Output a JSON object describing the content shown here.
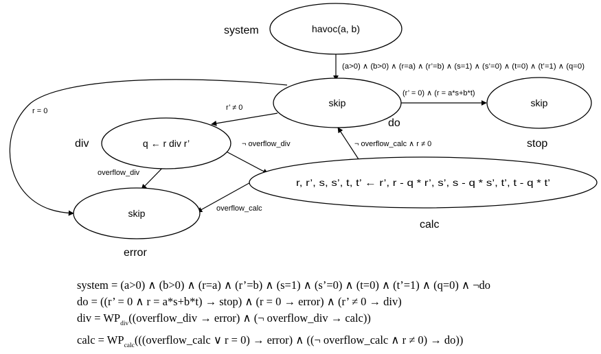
{
  "nodes": {
    "havoc": "havoc(a, b)",
    "skip_do": "skip",
    "skip_stop": "skip",
    "div": "q ← r div r’",
    "calc": "r, r’, s, s’, t, t’ ← r’, r - q * r’, s’, s - q * s’, t’, t - q * t’",
    "skip_error": "skip"
  },
  "state_names": {
    "system": "system",
    "do": "do",
    "stop": "stop",
    "div": "div",
    "calc": "calc",
    "error": "error"
  },
  "edges": {
    "init": "(a>0) ∧ (b>0) ∧ (r=a) ∧ (r’=b) ∧ (s=1) ∧ (s’=0) ∧ (t=0) ∧ (t’=1) ∧ (q=0)",
    "to_stop": "(r’ = 0) ∧ (r = a*s+b*t)",
    "to_div": "r’ ≠ 0",
    "to_error_r0": "r = 0",
    "not_overflow_div": "¬ overflow_div",
    "overflow_div": "overflow_div",
    "loop_back": "¬ overflow_calc ∧ r ≠ 0",
    "overflow_calc": "overflow_calc"
  },
  "equations": {
    "system": "system = (a>0) ∧ (b>0) ∧ (r=a) ∧ (r’=b) ∧ (s=1) ∧ (s’=0) ∧ (t=0) ∧ (t’=1) ∧ (q=0) ∧ ¬do",
    "do": "do = ((r’ = 0 ∧ r = a*s+b*t) → stop) ∧ (r = 0 → error) ∧ (r’ ≠ 0 → div)",
    "div_prefix": "div = WP",
    "div_sub": "div",
    "div_rest": "((overflow_div → error) ∧ (¬ overflow_div → calc))",
    "calc_prefix": "calc = WP",
    "calc_sub": "calc",
    "calc_rest": "(((overflow_calc ∨ r = 0) → error) ∧ ((¬ overflow_calc ∧ r ≠ 0) → do))"
  }
}
